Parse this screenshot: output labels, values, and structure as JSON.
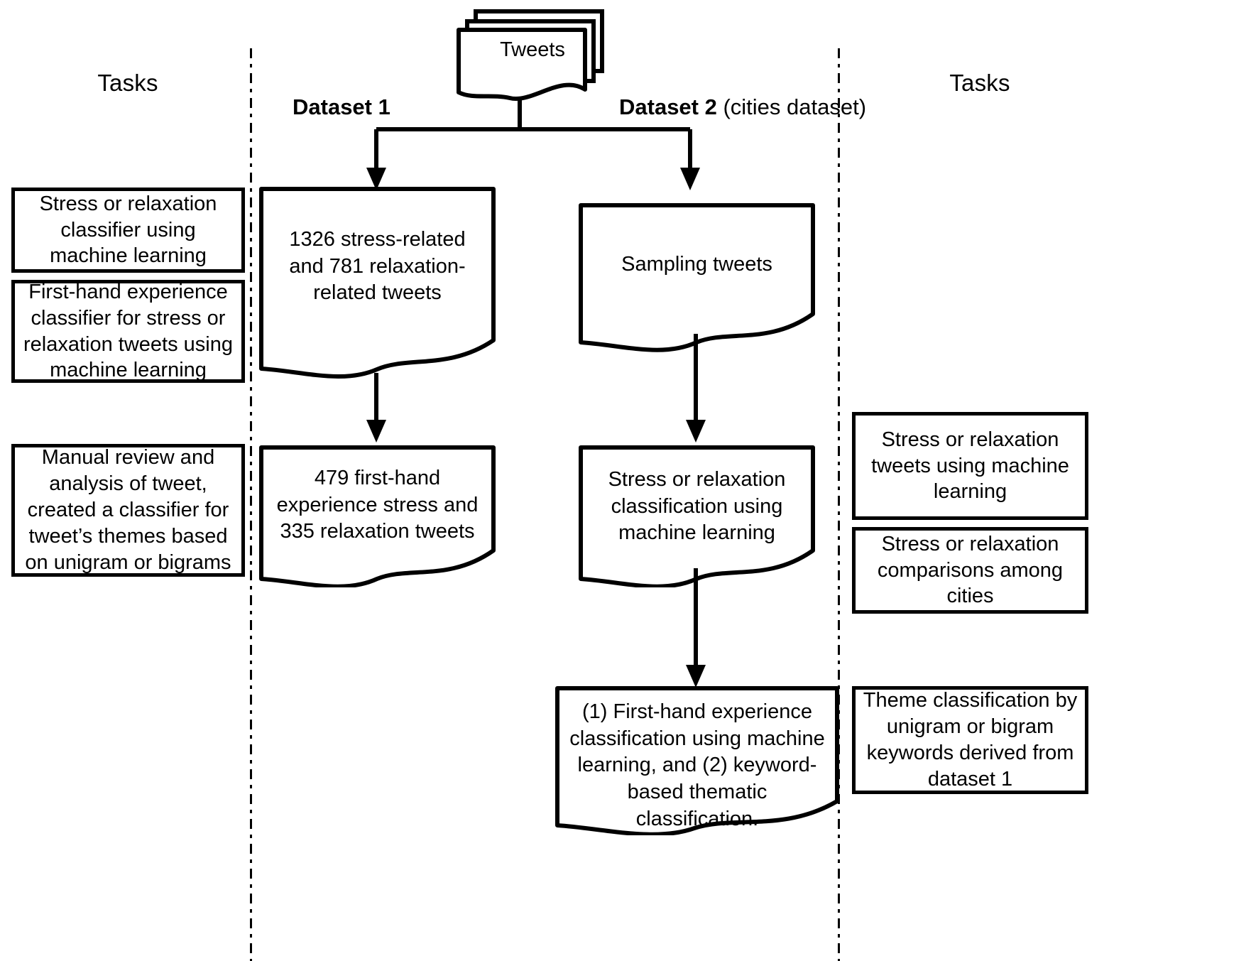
{
  "headings": {
    "left_tasks": "Tasks",
    "right_tasks": "Tasks"
  },
  "captions": {
    "dataset1_bold": "Dataset 1",
    "dataset1_rest": "",
    "dataset2_bold": "Dataset 2",
    "dataset2_rest": " (cities dataset)"
  },
  "source_node": {
    "label": "Tweets"
  },
  "left_tasks": [
    {
      "text": "Stress or relaxation classifier using machine learning"
    },
    {
      "text": "First-hand experience classifier for stress or relaxation tweets using machine learning"
    },
    {
      "text": "Manual review and analysis of  tweet, created a  classifier for tweet’s themes based on unigram or bigrams"
    }
  ],
  "dataset1_nodes": [
    {
      "text": "1326 stress-related and 781 relaxation-related tweets"
    },
    {
      "text": "479 first-hand experience stress and 335 relaxation tweets"
    }
  ],
  "dataset2_nodes": [
    {
      "text": "Sampling tweets"
    },
    {
      "text": "Stress or relaxation classification using machine learning"
    },
    {
      "text": "(1) First-hand experience classification using machine learning, and (2) keyword-based thematic classification."
    }
  ],
  "right_tasks": [
    {
      "text": "Stress or relaxation tweets using machine learning"
    },
    {
      "text": "Stress or relaxation comparisons among cities"
    },
    {
      "text": "Theme classification by unigram or bigram keywords derived from dataset 1"
    }
  ],
  "colors": {
    "stroke": "#000000",
    "background": "#ffffff"
  }
}
